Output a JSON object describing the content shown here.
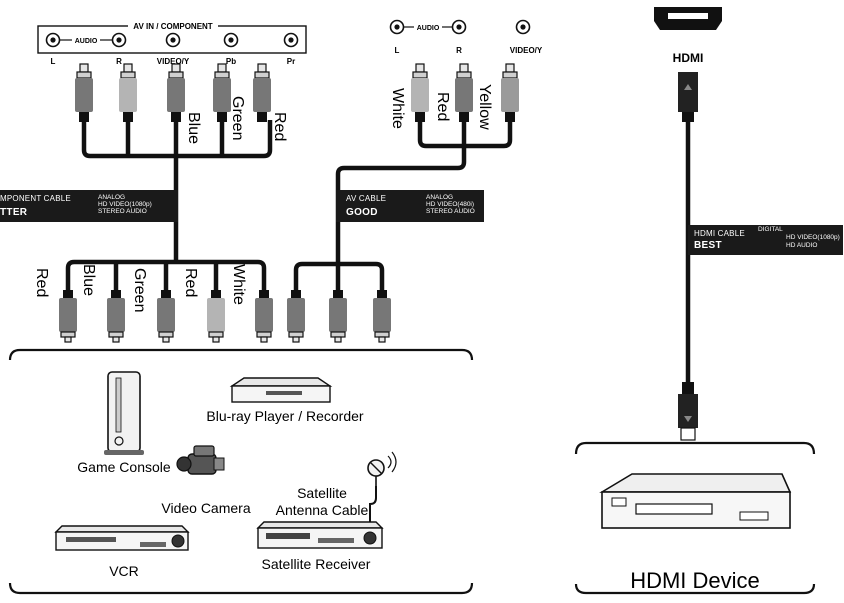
{
  "tv_panel": {
    "title": "AV IN / COMPONENT",
    "audio": "AUDIO",
    "jacks": [
      "L",
      "R",
      "VIDEO/Y",
      "Pb",
      "Pr"
    ]
  },
  "av_panel": {
    "audio": "AUDIO",
    "jacks": [
      "L",
      "R",
      "VIDEO/Y"
    ]
  },
  "hdmi_port_label": "HDMI",
  "top_plug_labels": {
    "component": [
      "Blue",
      "Green",
      "Red"
    ],
    "av": [
      "White",
      "Red",
      "Yellow"
    ]
  },
  "bottom_plug_labels": [
    "Red",
    "Blue",
    "Green",
    "Red",
    "White"
  ],
  "component_cable": {
    "name": "MPONENT CABLE",
    "rating": "TTER",
    "specs": [
      "ANALOG",
      "HD VIDEO(1080p)",
      "STEREO AUDIO"
    ]
  },
  "av_cable": {
    "name": "AV CABLE",
    "rating": "GOOD",
    "specs": [
      "ANALOG",
      "HD VIDEO(480i)",
      "STEREO AUDIO"
    ]
  },
  "hdmi_cable": {
    "name": "HDMI CABLE",
    "rating": "BEST",
    "specs": [
      "DIGITAL",
      "HD VIDEO(1080p)",
      "HD AUDIO"
    ]
  },
  "devices": {
    "bluray": "Blu-ray Player / Recorder",
    "game_console": "Game Console",
    "video_camera": "Video Camera",
    "satellite_cable": [
      "Satellite",
      "Antenna Cable"
    ],
    "vcr": "VCR",
    "satellite_receiver": "Satellite Receiver",
    "hdmi_device": "HDMI Device"
  }
}
